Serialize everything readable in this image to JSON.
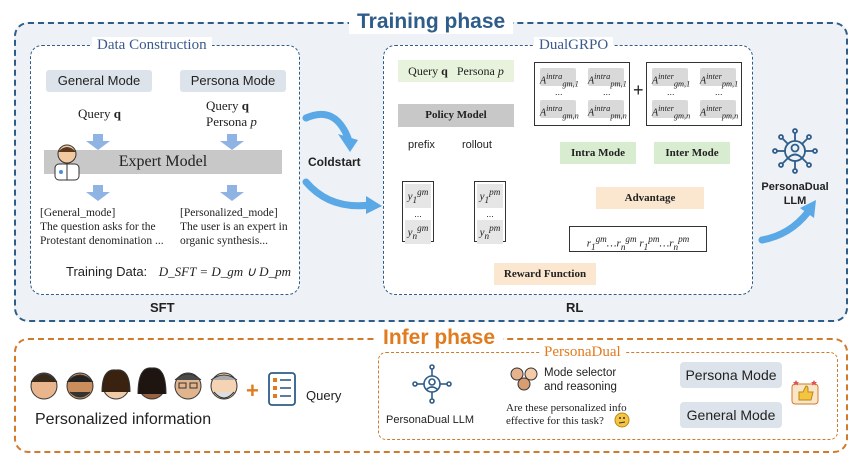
{
  "training": {
    "title": "Training phase",
    "data_construction": {
      "title": "Data Construction",
      "general_mode": "General Mode",
      "persona_mode": "Persona Mode",
      "query_left": "Query",
      "query_left_var": "q",
      "query_right": "Query",
      "query_right_var": "q",
      "persona_right": "Persona",
      "persona_right_var": "p",
      "expert_model": "Expert Model",
      "general_output_tag": "[General_mode]",
      "general_output_text": [
        "The question asks for the",
        "Protestant denomination ..."
      ],
      "persona_output_tag": "[Personalized_mode]",
      "persona_output_text": [
        "The user is an expert in",
        "organic synthesis..."
      ],
      "training_data_label": "Training Data:",
      "training_data_formula": "D_SFT = D_gm ∪ D_pm"
    },
    "sft_label": "SFT",
    "coldstart_label": "Coldstart",
    "dualgrpo": {
      "title": "DualGRPO",
      "input_query": "Query",
      "input_query_var": "q",
      "input_persona": "Persona",
      "input_persona_var": "p",
      "policy_model": "Policy Model",
      "prefix": "prefix",
      "rollout": "rollout",
      "gm_top": "y1gm",
      "gm_bottom": "yngm",
      "pm_top": "y1pm",
      "pm_bottom": "ynpm",
      "reward_function": "Reward Function",
      "advantage": "Advantage",
      "intra_mode": "Intra Mode",
      "inter_mode": "Inter Mode",
      "plus": "+",
      "ellipsis": "...",
      "intra_matrix": [
        "A intra gm,1",
        "A intra pm,1",
        "A intra gm,n",
        "A intra pm,n"
      ],
      "inter_matrix": [
        "A inter gm,1",
        "A inter pm,1",
        "A inter gm,n",
        "A inter pm,n"
      ],
      "rewards": "r1gm … rngm r1pm … rnpm"
    },
    "rl_label": "RL",
    "output_model": "PersonaDual",
    "output_model_line2": "LLM"
  },
  "infer": {
    "title": "Infer phase",
    "personalized_information": "Personalized information",
    "plus": "+",
    "query": "Query",
    "personadual_title": "PersonaDual",
    "personadual_llm": "PersonaDual LLM",
    "mode_selector": [
      "Mode selector",
      "and reasoning"
    ],
    "question": [
      "Are these personalized info",
      "effective for this task?"
    ],
    "persona_mode": "Persona Mode",
    "general_mode": "General Mode"
  },
  "colors": {
    "train_border": "#2f5d8a",
    "infer_border": "#d27a2c",
    "arrow_blue": "#5aa9e6",
    "arrow_orange": "#d26b1e",
    "arrow_green": "#3f8f3a",
    "title_orange": "#e07b1f"
  }
}
